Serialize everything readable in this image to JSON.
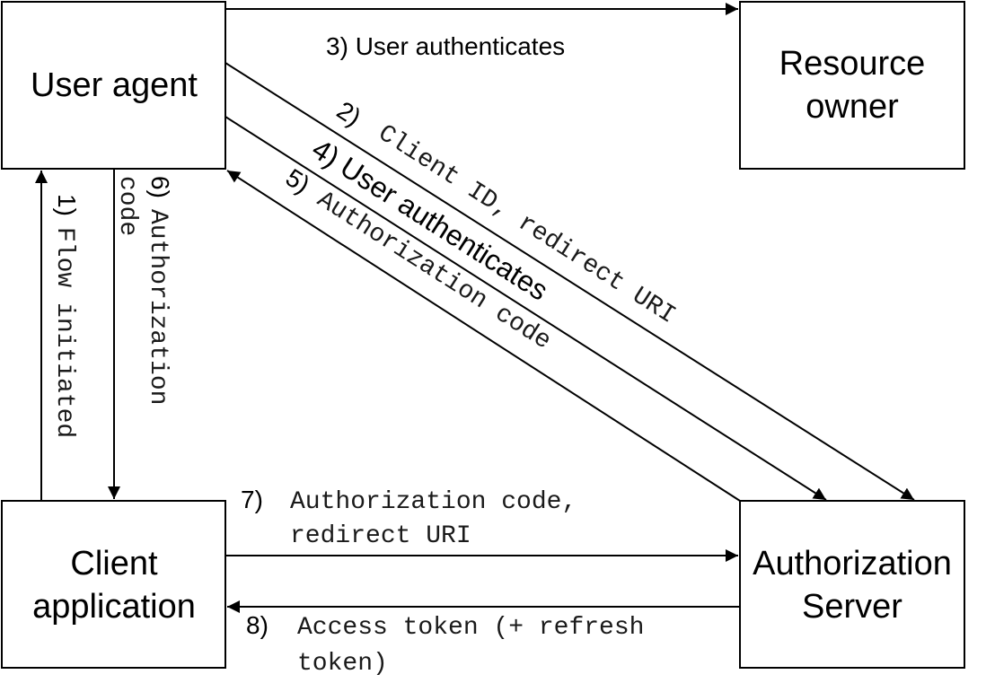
{
  "nodes": {
    "user_agent": [
      "User agent"
    ],
    "resource_owner": [
      "Resource",
      "owner"
    ],
    "client_application": [
      "Client",
      "application"
    ],
    "authorization_server": [
      "Authorization",
      "Server"
    ]
  },
  "steps": {
    "s1": {
      "num": "1)",
      "text": "Flow initiated"
    },
    "s2": {
      "num": "2)",
      "text": "Client ID, redirect URI"
    },
    "s3": {
      "num": "3)",
      "text": "User authenticates"
    },
    "s4": {
      "num": "4)",
      "text": "User authenticates"
    },
    "s5": {
      "num": "5)",
      "text": "Authorization code"
    },
    "s6": {
      "num": "6)",
      "text": "Authorization",
      "text2": "code"
    },
    "s7": {
      "num": "7)",
      "text": "Authorization code,",
      "text2": "redirect URI"
    },
    "s8": {
      "num": "8)",
      "text": "Access token (+ refresh",
      "text2": "token)"
    }
  }
}
